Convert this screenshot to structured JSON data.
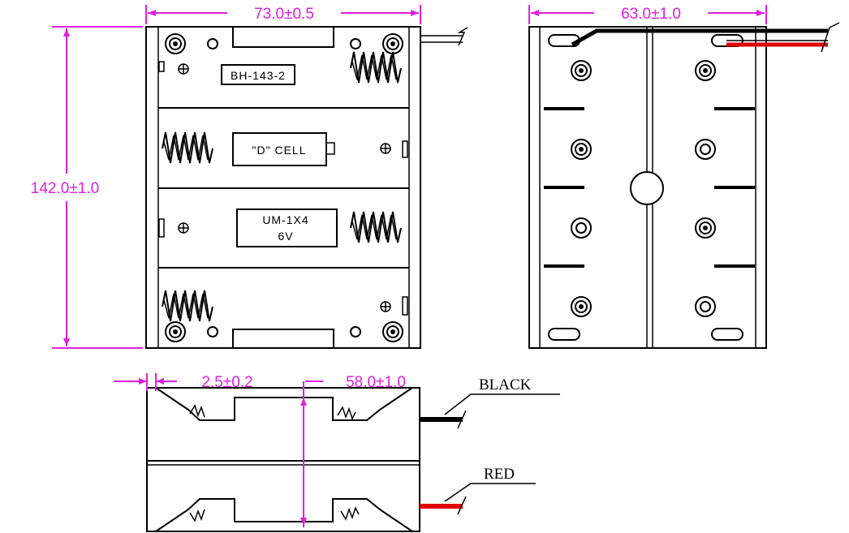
{
  "dimensions": {
    "front_width": "73.0±0.5",
    "back_width": "63.0±1.0",
    "height": "142.0±1.0",
    "wall_thickness": "2.5±0.2",
    "side_width": "58.0±1.0"
  },
  "labels": {
    "model": "BH-143-2",
    "cell_type": "\"D\" CELL",
    "config_line1": "UM-1X4",
    "config_line2": "6V"
  },
  "wires": {
    "black": "BLACK",
    "red": "RED"
  },
  "colors": {
    "dimension": "#e020e0",
    "outline": "#000000",
    "red_wire": "#e00000"
  }
}
